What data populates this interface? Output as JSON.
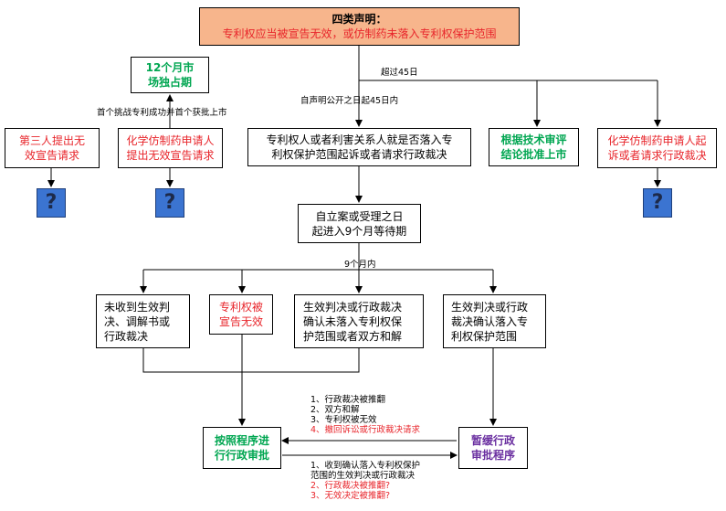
{
  "header": {
    "title": "四类声明：",
    "subtitle": "专利权应当被宣告无效，或仿制药未落入专利权保护范围"
  },
  "nodes": {
    "monopoly": "12个月市场独占期",
    "monopoly_l1": "12个月市",
    "monopoly_l2": "场独占期",
    "third_party": "第三人提出无效宣告请求",
    "third_party_l1": "第三人提出无",
    "third_party_l2": "效宣告请求",
    "chem_invalid_l1": "化学仿制药申请人",
    "chem_invalid_l2": "提出无效宣告请求",
    "patentee_l1": "专利权人或者利害关系人就是否落入专",
    "patentee_l2": "利权保护范围起诉或者请求行政裁决",
    "tech_review_l1": "根据技术审评",
    "tech_review_l2": "结论批准上市",
    "chem_sue_l1": "化学仿制药申请人起",
    "chem_sue_l2": "诉或者请求行政裁决",
    "wait_l1": "自立案或受理之日",
    "wait_l2": "起进入9个月等待期",
    "no_ruling_l1": "未收到生效判",
    "no_ruling_l2": "决、调解书或",
    "no_ruling_l3": "行政裁决",
    "invalidated_l1": "专利权被",
    "invalidated_l2": "宣告无效",
    "not_fall_l1": "生效判决或行政裁决",
    "not_fall_l2": "确认未落入专利权保",
    "not_fall_l3": "护范围或者双方和解",
    "fall_l1": "生效判决或行政",
    "fall_l2": "裁决确认落入专",
    "fall_l3": "利权保护范围",
    "proceed_l1": "按照程序进",
    "proceed_l2": "行行政审批",
    "suspend_l1": "暂缓行政",
    "suspend_l2": "审批程序",
    "unknown": "?"
  },
  "edge_labels": {
    "over45": "超过45日",
    "within45": "自声明公开之日起45日内",
    "first_challenge": "首个挑战专利成功并首个获批上市",
    "nine_months": "9个月内",
    "left_notes": [
      "1、行政裁决被推翻",
      "2、双方和解",
      "3、专利权被无效"
    ],
    "left_note_red": "4、撤回诉讼或行政裁决请求",
    "right_notes": [
      "1、收到确认落入专利权保护",
      "范围的生效判决或行政裁决"
    ],
    "right_notes_red": [
      "2、行政裁决被推翻?",
      "3、无效决定被推翻?"
    ]
  },
  "colors": {
    "header_fill": "#f7b58c",
    "red": "#e8252b",
    "green": "#00a651",
    "purple": "#6a2fa0",
    "question_fill": "#3b74d1"
  }
}
